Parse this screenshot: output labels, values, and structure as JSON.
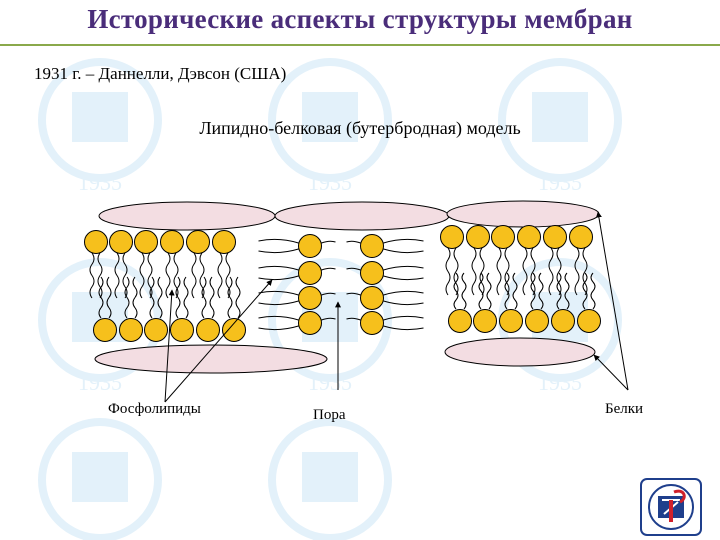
{
  "slide": {
    "title": "Исторические аспекты структуры мембран",
    "subtitle": "1931 г. – Даннелли, Дэвсон (США)",
    "model_title": "Липидно-белковая (бутербродная) модель"
  },
  "labels": {
    "phospholipids": "Фосфолипиды",
    "pore": "Пора",
    "proteins": "Белки"
  },
  "colors": {
    "title": "#4a2d7a",
    "rule": "#8aa94b",
    "protein_fill": "#f3dde2",
    "head_fill": "#f6c01c",
    "watermark": "#e3f1fa"
  },
  "watermark": {
    "year": "1935"
  },
  "icons": {
    "logo": "university-emblem-icon"
  }
}
